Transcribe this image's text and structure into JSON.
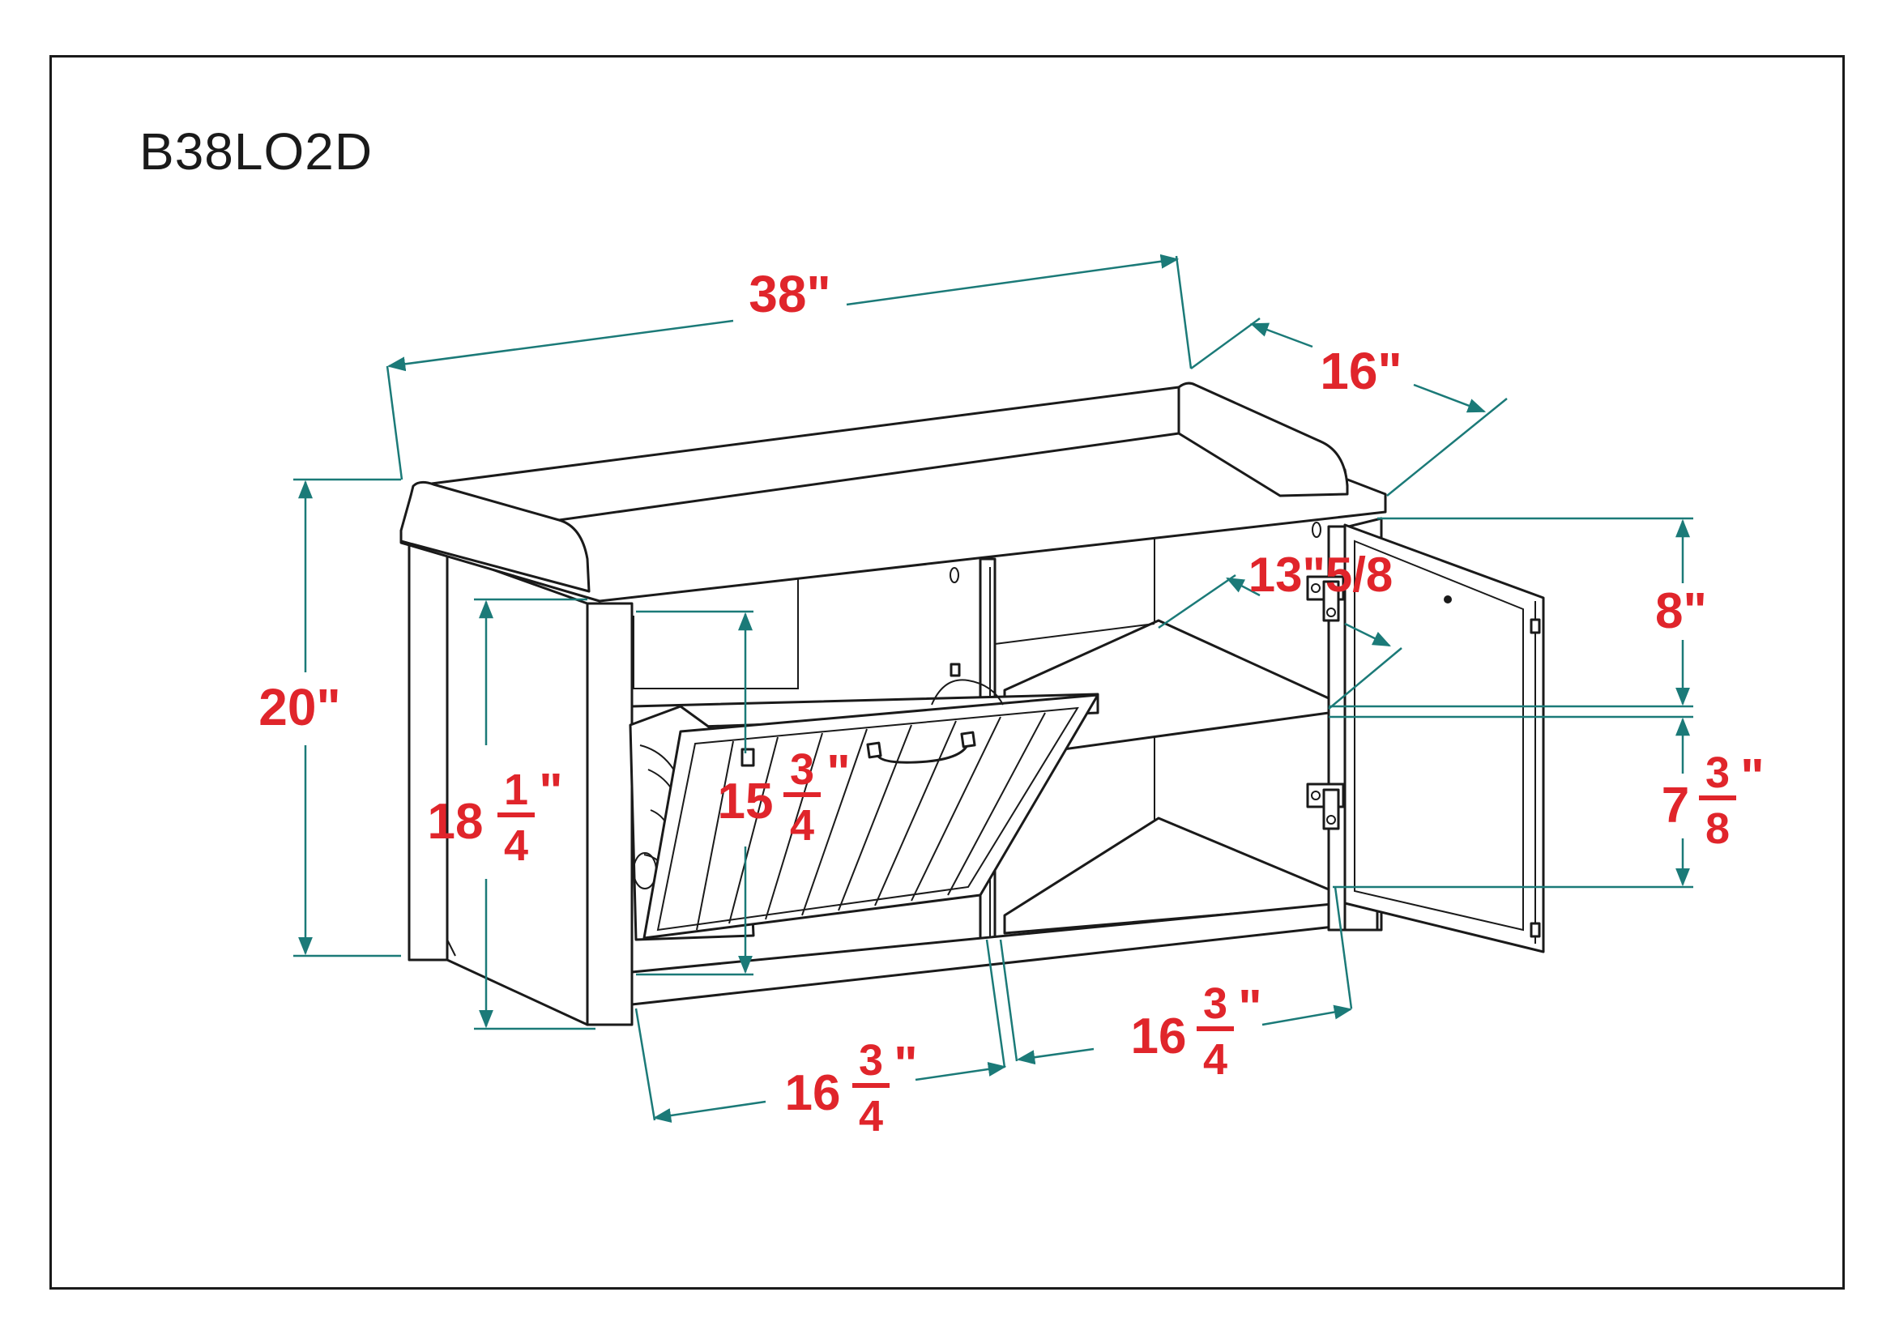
{
  "title": "B38LO2D",
  "dimensions": {
    "width": "38\"",
    "depth": "16\"",
    "height": "20\"",
    "seat_height": {
      "whole": "18",
      "num": "1",
      "den": "4",
      "unit": "\""
    },
    "hamper_height": {
      "whole": "15",
      "num": "3",
      "den": "4",
      "unit": "\""
    },
    "cabinet_depth": "13\"5/8",
    "upper_shelf": "8\"",
    "lower_shelf": {
      "whole": "7",
      "num": "3",
      "den": "8",
      "unit": "\""
    },
    "left_width": {
      "whole": "16",
      "num": "3",
      "den": "4",
      "unit": "\""
    },
    "right_width": {
      "whole": "16",
      "num": "3",
      "den": "4",
      "unit": "\""
    }
  },
  "colors": {
    "dimension_text": "#e0252b",
    "dimension_line": "#1b7a78",
    "outline": "#1a1a1a"
  }
}
